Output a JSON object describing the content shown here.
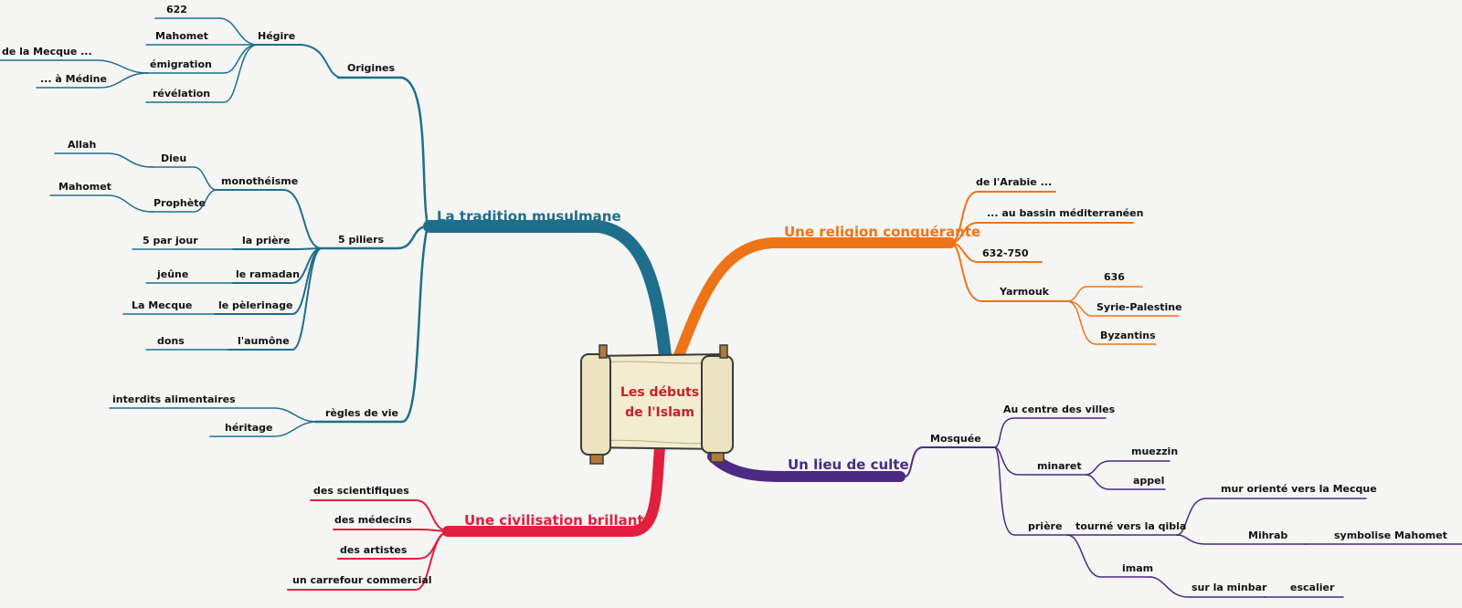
{
  "center": {
    "line1": "Les débuts",
    "line2": "de l'Islam"
  },
  "branches": {
    "tradition": {
      "label": "La tradition musulmane",
      "color": "#1f6e8c",
      "origines": {
        "label": "Origines",
        "hegire": {
          "label": "Hégire",
          "date": "622",
          "mahomet": "Mahomet",
          "emigration": "émigration",
          "from": "de la Mecque ...",
          "to": "... à Médine",
          "revelation": "révélation"
        }
      },
      "piliers": {
        "label": "5 piliers",
        "monotheisme": {
          "label": "monothéisme",
          "dieu": "Dieu",
          "allah": "Allah",
          "prophete": "Prophète",
          "mahomet": "Mahomet"
        },
        "priere": {
          "label": "la prière",
          "detail": "5 par jour"
        },
        "ramadan": {
          "label": "le ramadan",
          "detail": "jeûne"
        },
        "pelerinage": {
          "label": "le pèlerinage",
          "detail": "La Mecque"
        },
        "aumone": {
          "label": "l'aumône",
          "detail": "dons"
        }
      },
      "regles": {
        "label": "règles de vie",
        "interdits": "interdits alimentaires",
        "heritage": "héritage"
      }
    },
    "conquerante": {
      "label": "Une religion conquérante",
      "color": "#ee7418",
      "arabie": "de l'Arabie ...",
      "bassin": "... au bassin méditerranéen",
      "dates": "632-750",
      "yarmouk": {
        "label": "Yarmouk",
        "year": "636",
        "place": "Syrie-Palestine",
        "enemy": "Byzantins"
      }
    },
    "culte": {
      "label": "Un lieu de culte",
      "color": "#4a2a82",
      "mosquee": {
        "label": "Mosquée",
        "centre": "Au centre des villes",
        "minaret": {
          "label": "minaret",
          "muezzin": "muezzin",
          "appel": "appel"
        },
        "priere": {
          "label": "prière",
          "qibla": "tourné vers la qibla",
          "mur": "mur orienté vers la Mecque",
          "mihrab": "Mihrab",
          "symbolise": "symbolise Mahomet",
          "imam": "imam",
          "minbar": "sur la minbar",
          "escalier": "escalier"
        }
      }
    },
    "civilisation": {
      "label": "Une civilisation brillante",
      "color": "#e0203c",
      "scientifiques": "des scientifiques",
      "medecins": "des médecins",
      "artistes": "des artistes",
      "carrefour": "un carrefour commercial"
    }
  }
}
